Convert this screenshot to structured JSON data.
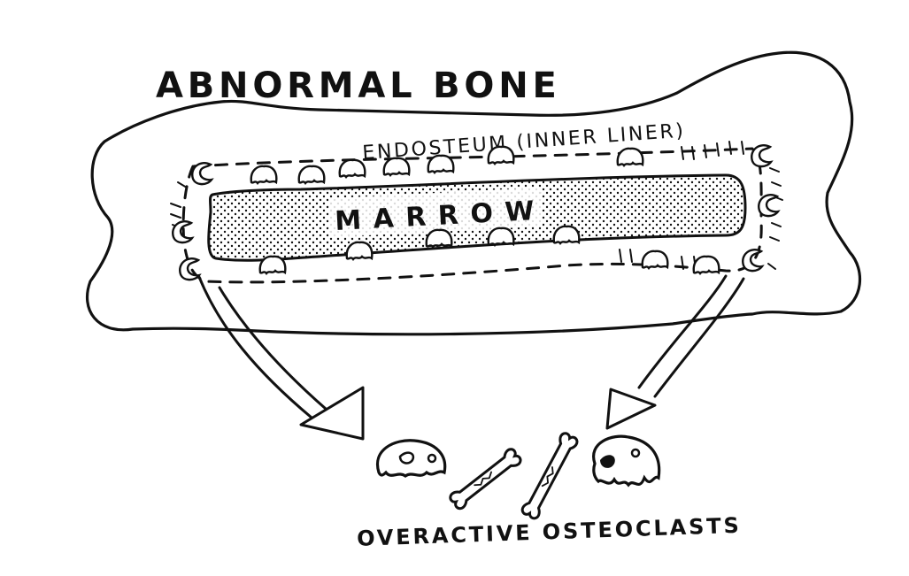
{
  "title": "ABNORMAL BONE",
  "labels": {
    "endosteum": "ENDOSTEUM (INNER LINER)",
    "marrow": "MARROW",
    "caption": "OVERACTIVE OSTEOCLASTS"
  },
  "colors": {
    "ink": "#111111",
    "paper": "#ffffff"
  }
}
